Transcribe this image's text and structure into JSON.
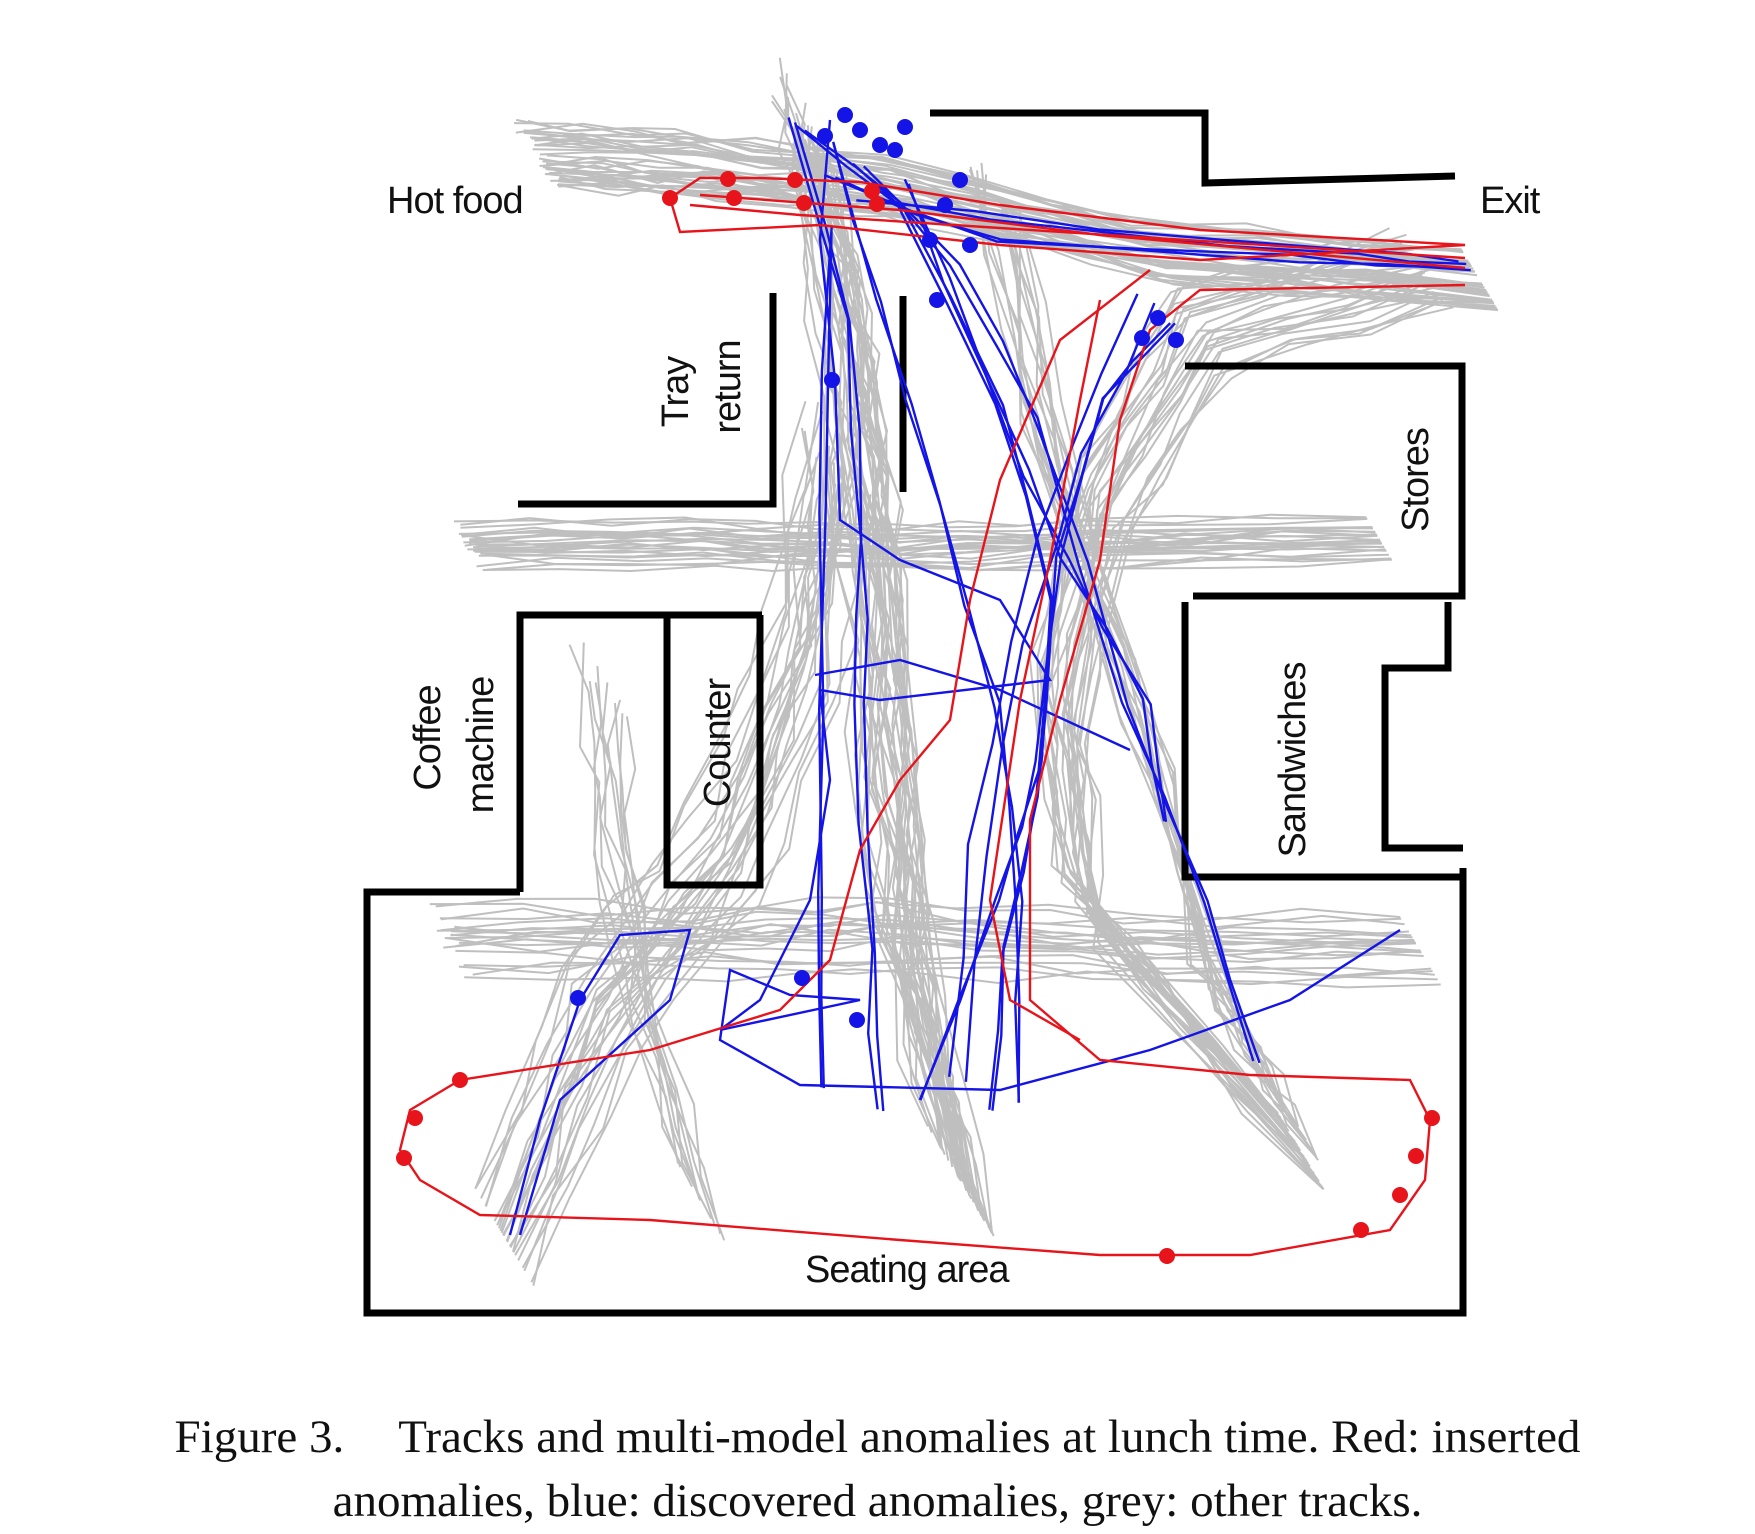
{
  "labels": {
    "hot_food": "Hot food",
    "exit": "Exit",
    "tray": "Tray",
    "return": "return",
    "stores": "Stores",
    "coffee": "Coffee",
    "machine": "machine",
    "counter": "Counter",
    "sandwiches": "Sandwiches",
    "seating_area": "Seating area"
  },
  "caption": {
    "number": "Figure 3.",
    "line1": "Tracks and multi-model anomalies at lunch time. Red: inserted",
    "line2": "anomalies, blue: discovered anomalies, grey: other tracks."
  },
  "colors": {
    "walls": "#000000",
    "inserted_anomalies": "#e8141b",
    "discovered_anomalies": "#1414e6",
    "other_tracks": "#b4b4b4"
  }
}
